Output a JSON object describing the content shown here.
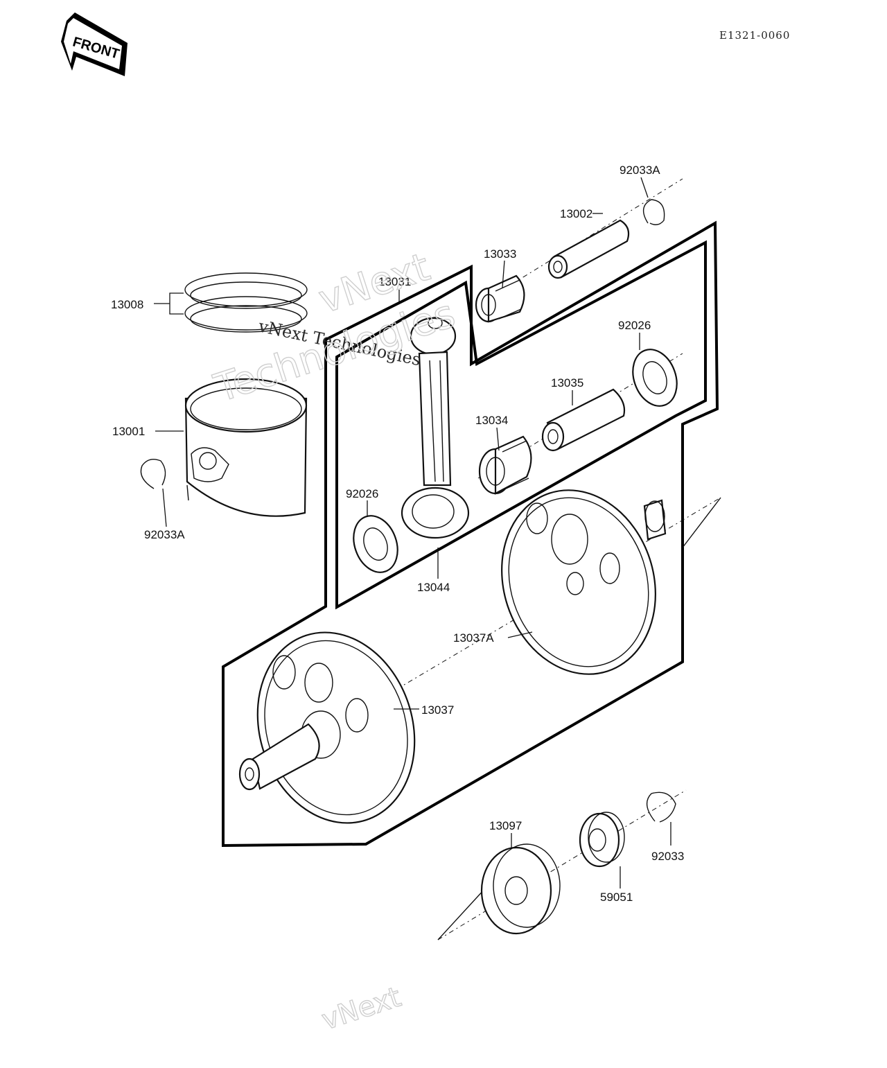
{
  "diagram_code": "E1321-0060",
  "front_badge": "FRONT",
  "watermarks": {
    "text_1": "vNext Technologies",
    "text_2": "vNext",
    "text_3": "Technologies"
  },
  "labels": {
    "l_92033A_top": "92033A",
    "l_13002": "13002",
    "l_13033": "13033",
    "l_13031": "13031",
    "l_13008": "13008",
    "l_92026_right": "92026",
    "l_13035": "13035",
    "l_13034": "13034",
    "l_13001": "13001",
    "l_92026_left": "92026",
    "l_92033A_left": "92033A",
    "l_13044": "13044",
    "l_13037A": "13037A",
    "l_13037": "13037",
    "l_13097": "13097",
    "l_92033": "92033",
    "l_59051": "59051"
  }
}
